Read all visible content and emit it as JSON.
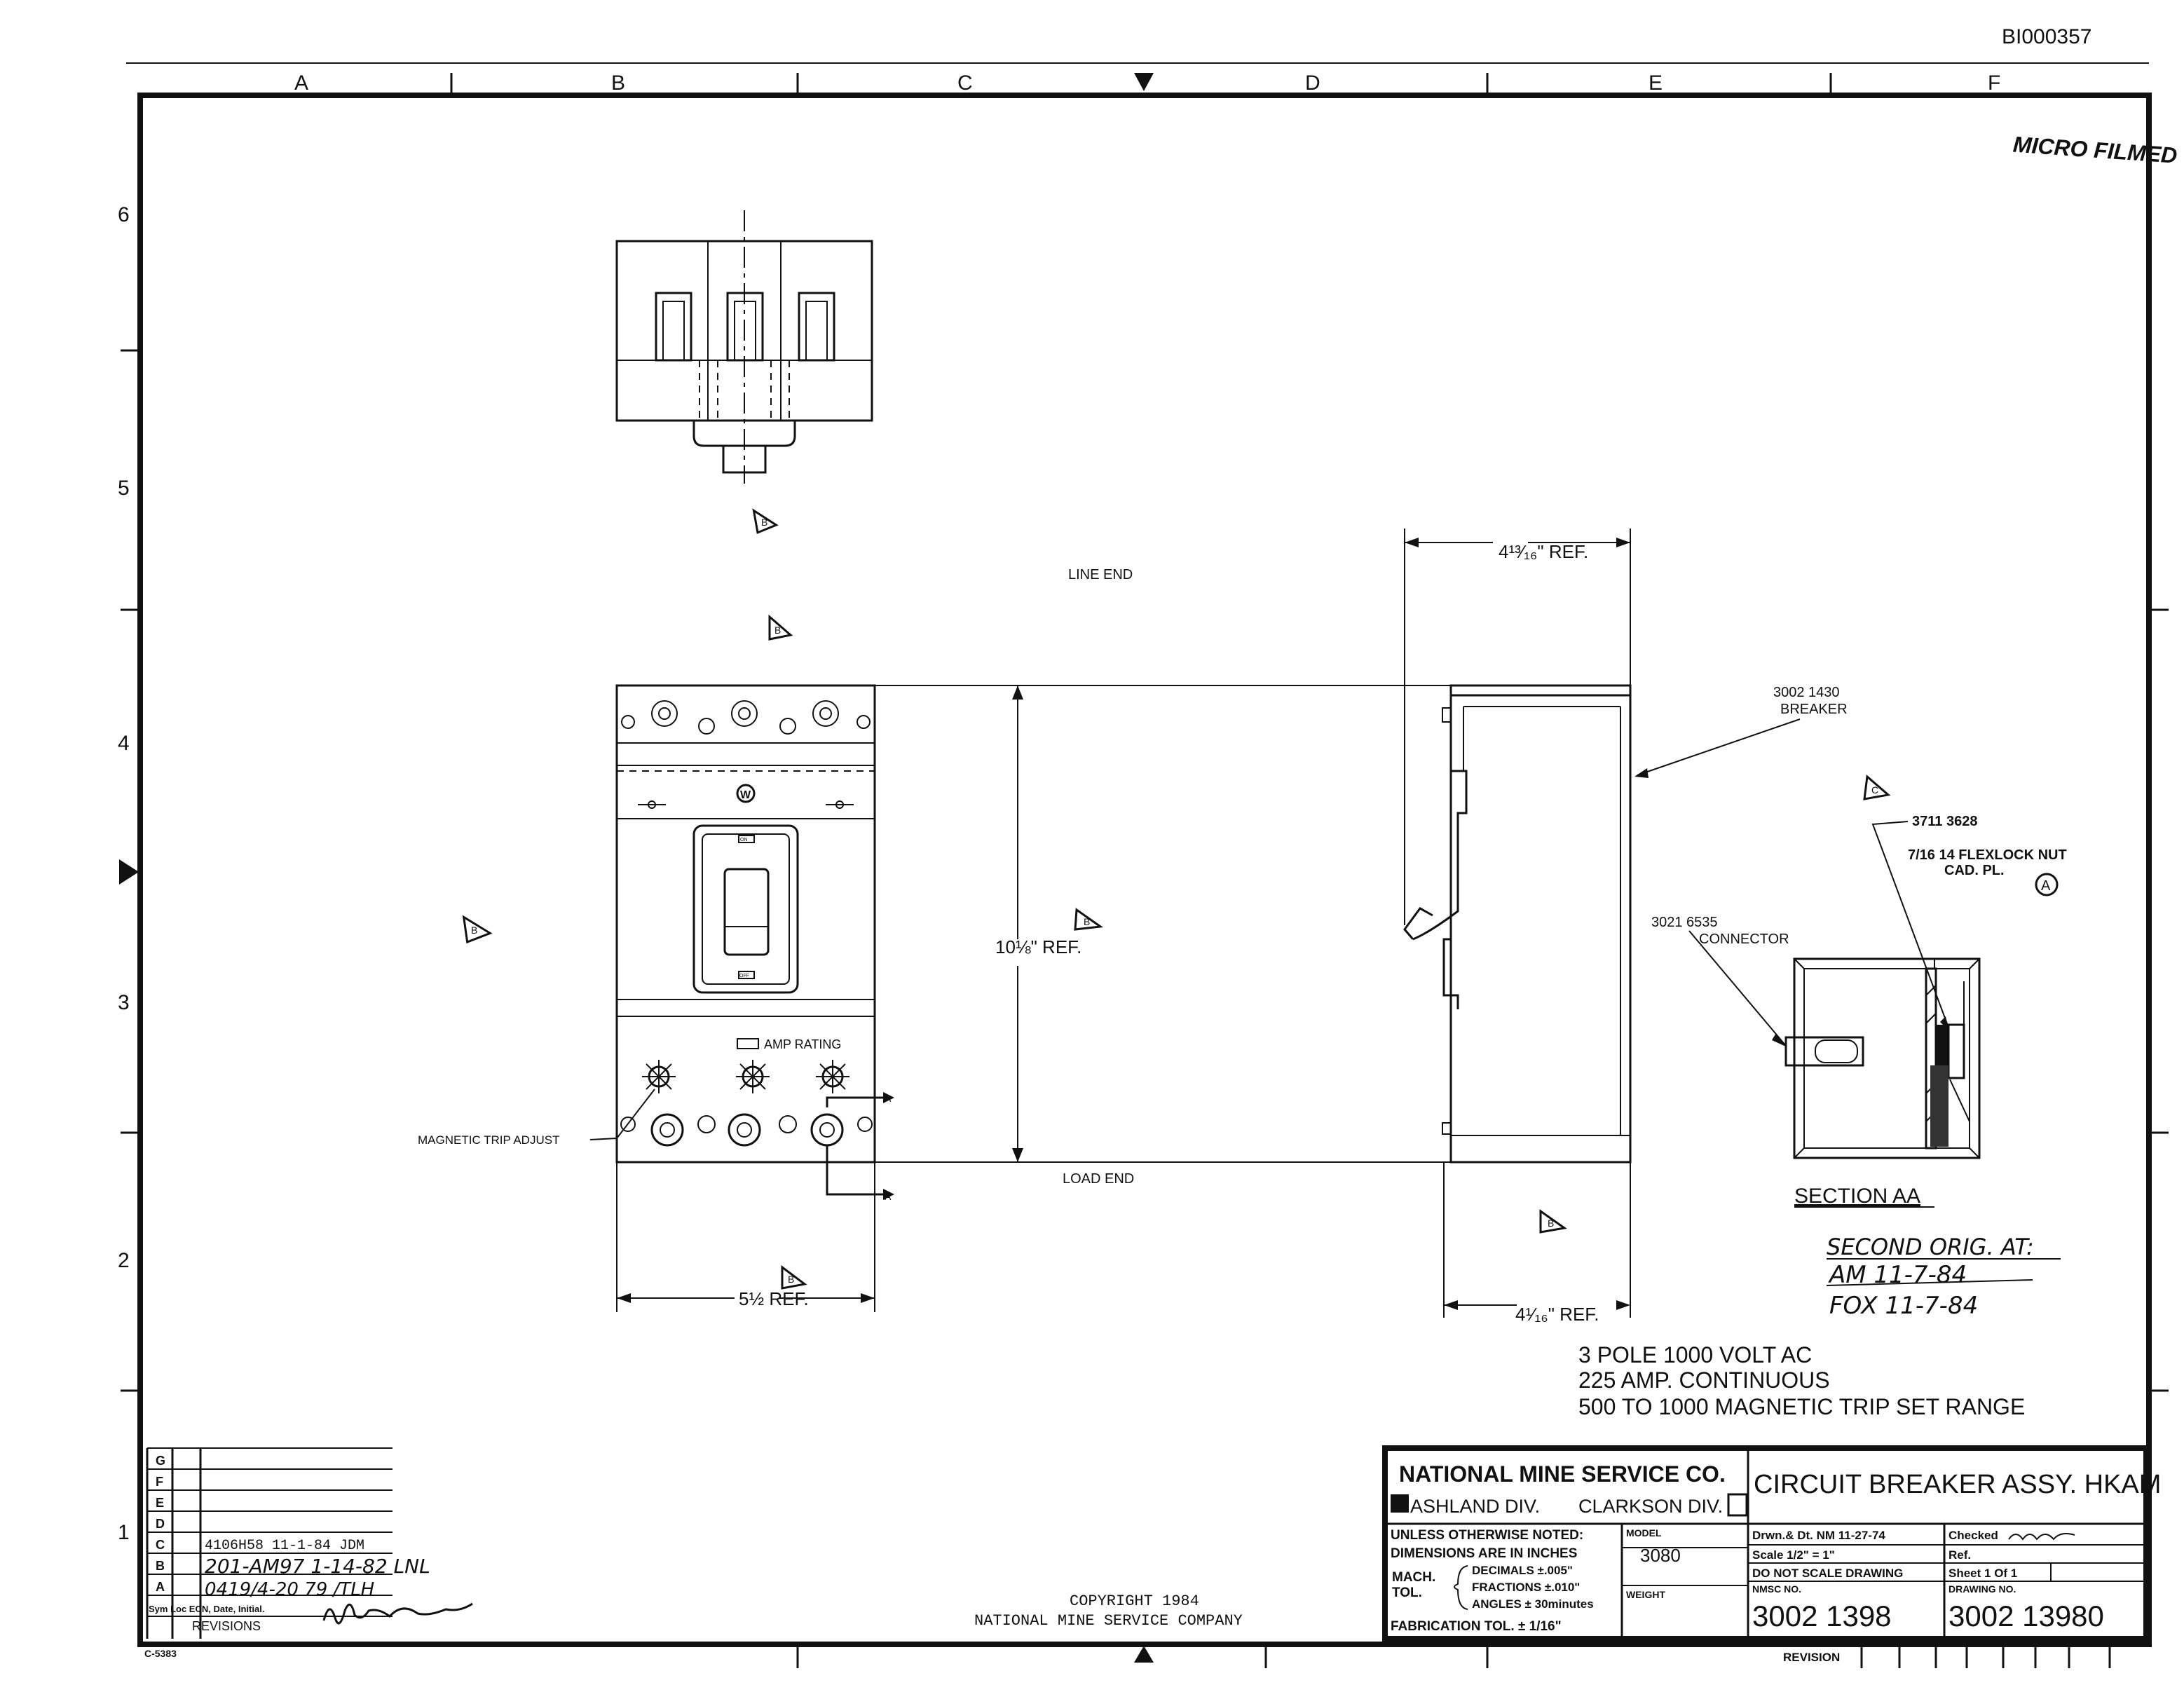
{
  "doc_id": "BI000357",
  "stamp": "MICRO FILMED",
  "grid": {
    "cols": [
      "A",
      "B",
      "C",
      "D",
      "E",
      "F"
    ],
    "rows": [
      "6",
      "5",
      "4",
      "3",
      "2",
      "1"
    ]
  },
  "callouts": {
    "line_end": "LINE END",
    "load_end": "LOAD END",
    "height_ref": "10⅛\" REF.",
    "width_ref": "5½ REF.",
    "depth_top_ref": "4¹³⁄₁₆\" REF.",
    "depth_bot_ref": "4¹⁄₁₆\" REF.",
    "amp_rating": "AMP RATING",
    "mag_trip_adjust": "MAGNETIC TRIP ADJUST",
    "breaker_num": "3002 1430",
    "breaker_label": "BREAKER",
    "part_37": "3711 3628",
    "nut_line1": "7/16 14 FLEXLOCK NUT",
    "nut_line2": "CAD. PL.",
    "conn_num": "3021 6535",
    "conn_label": "CONNECTOR",
    "section_aa": "SECTION AA",
    "rev_mark_a": "A",
    "rev_mark_b": "B",
    "rev_mark_c": "C",
    "w_logo": "W",
    "on_mark": "ON",
    "off_mark": "OFF",
    "section_arrow": "A"
  },
  "second_orig": {
    "title": "SECOND ORIG. AT:",
    "am": "AM 11-7-84",
    "fox": "FOX 11-7-84"
  },
  "notes": [
    "3 POLE 1000 VOLT AC",
    "225 AMP. CONTINUOUS",
    "500 TO 1000 MAGNETIC TRIP SET RANGE"
  ],
  "title_block": {
    "company": "NATIONAL MINE SERVICE CO.",
    "ashland": "ASHLAND DIV.",
    "clarkson": "CLARKSON DIV.",
    "title": "CIRCUIT BREAKER ASSY. HKAM",
    "unless": "UNLESS OTHERWISE NOTED:",
    "dims": "DIMENSIONS ARE IN INCHES",
    "mach": "MACH.",
    "tol": "TOL.",
    "decimals": "DECIMALS ±.005\"",
    "fractions": "FRACTIONS ±.010\"",
    "angles": "ANGLES ± 30minutes",
    "fab_tol": "FABRICATION TOL. ± 1/16\"",
    "model_label": "MODEL",
    "model": "3080",
    "weight_label": "WEIGHT",
    "drwn": "Drwn.& Dt. NM  11-27-74",
    "checked": "Checked",
    "scale": "Scale 1/2\" = 1\"",
    "ref": "Ref.",
    "do_not_scale": "DO NOT SCALE DRAWING",
    "sheet": "Sheet  1   Of  1",
    "nmsc_label": "NMSC NO.",
    "nmsc": "3002 1398",
    "drawing_label": "DRAWING NO.",
    "drawing_no": "3002 13980",
    "revision_label": "REVISION"
  },
  "revisions": {
    "letters": [
      "G",
      "F",
      "E",
      "D",
      "C",
      "B",
      "A"
    ],
    "c": "4106H58  11-1-84  JDM",
    "b": "201-AM97  1-14-82  LNL",
    "a": "0419/4-20 79 /TLH",
    "header": "Sym Loc ECN, Date, Initial.",
    "label": "REVISIONS"
  },
  "copyright": {
    "line1": "COPYRIGHT 1984",
    "line2": "NATIONAL MINE SERVICE COMPANY"
  },
  "form_no": "C-5383"
}
